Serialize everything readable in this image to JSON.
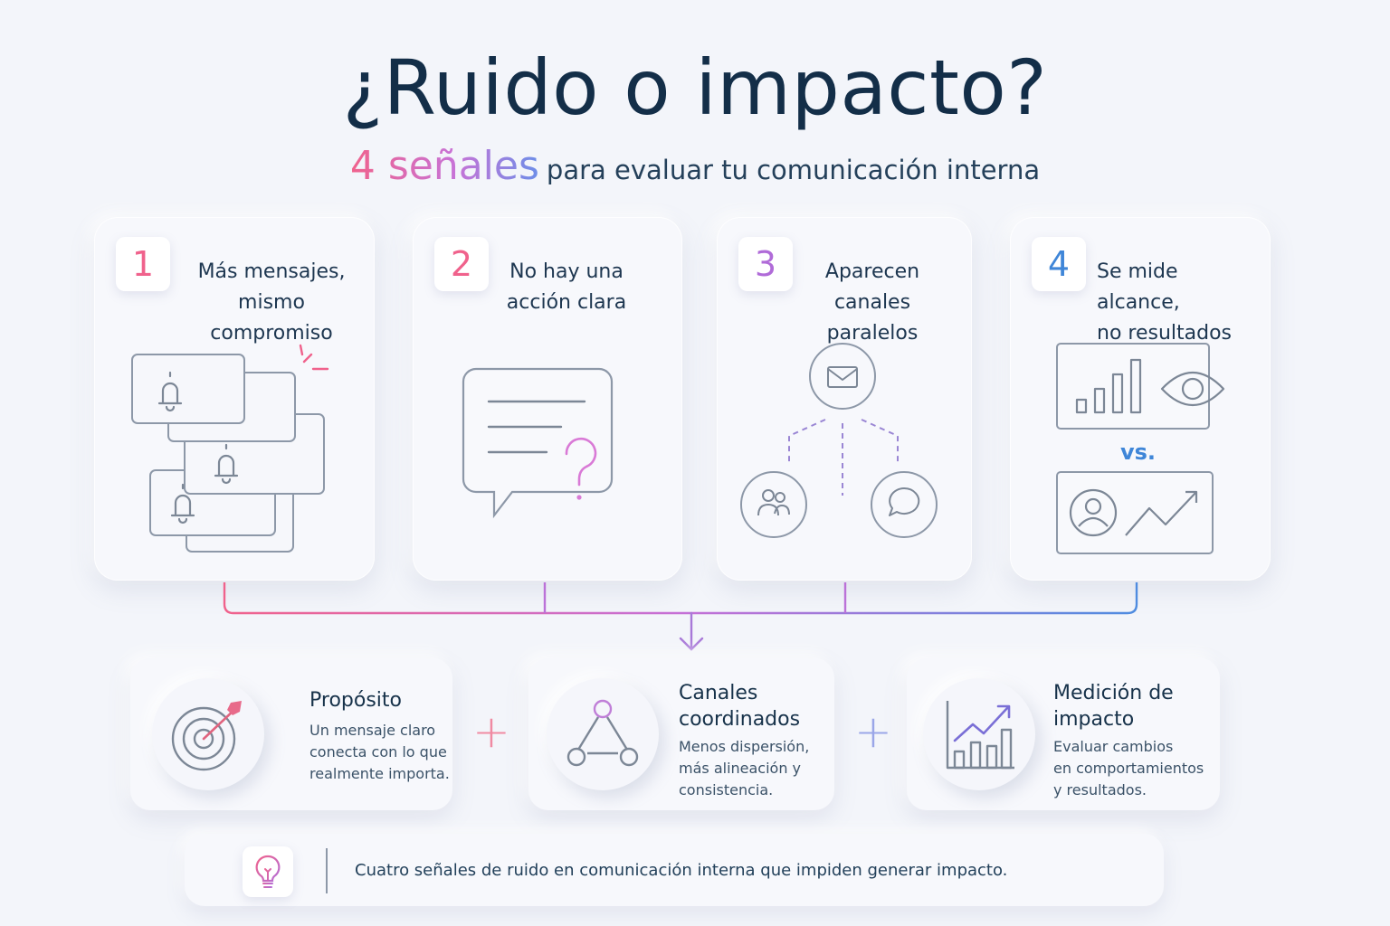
{
  "title": "¿Ruido o impacto?",
  "subtitle": {
    "highlight": "4 señales",
    "rest": "para evaluar tu comunicación interna"
  },
  "signals": [
    {
      "number": "1",
      "lines": [
        "Más mensajes,",
        "mismo compromiso"
      ],
      "color": "#f0628c",
      "icon": "stacked-notification-icon"
    },
    {
      "number": "2",
      "lines": [
        "No hay una",
        "acción clara"
      ],
      "color": "#f0628c",
      "icon": "question-chat-icon"
    },
    {
      "number": "3",
      "lines": [
        "Aparecen",
        "canales paralelos"
      ],
      "color": "#b06bd8",
      "icon": "parallel-channels-icon"
    },
    {
      "number": "4",
      "lines": [
        "Se mide alcance,",
        "no resultados"
      ],
      "color": "#3f86d8",
      "icon": "reach-vs-results-icon",
      "vs_label": "vs."
    }
  ],
  "solutions": [
    {
      "title_lines": [
        "Propósito"
      ],
      "desc_lines": [
        "Un mensaje claro",
        "conecta con lo que",
        "realmente importa."
      ],
      "icon": "target-icon"
    },
    {
      "title_lines": [
        "Canales",
        "coordinados"
      ],
      "desc_lines": [
        "Menos dispersión,",
        "más alineación y",
        "consistencia."
      ],
      "icon": "network-triangle-icon"
    },
    {
      "title_lines": [
        "Medición de",
        "impacto"
      ],
      "desc_lines": [
        "Evaluar cambios",
        "en comportamientos",
        "y resultados."
      ],
      "icon": "growth-chart-icon"
    }
  ],
  "operators": [
    "+",
    "+"
  ],
  "colors": {
    "pink": "#f0628c",
    "violet": "#b06bd8",
    "blue": "#3f86d8",
    "navy": "#132e48"
  },
  "footer": {
    "text": "Cuatro señales de ruido en comunicación interna que impiden generar impacto.",
    "icon": "lightbulb-icon"
  }
}
